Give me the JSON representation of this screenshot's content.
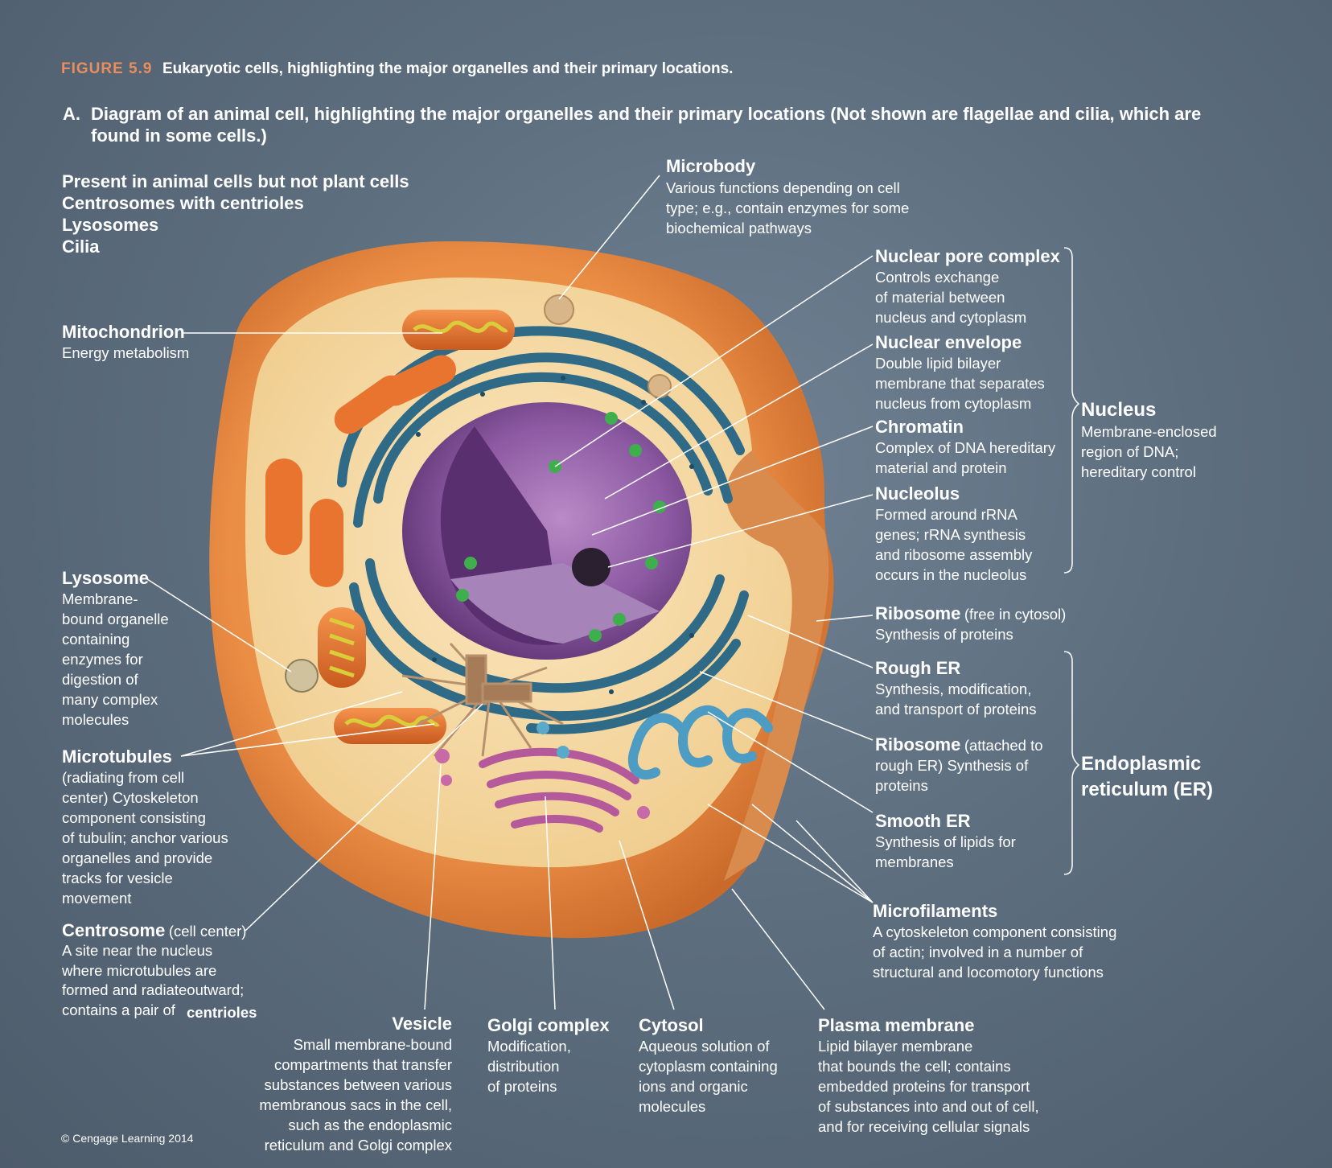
{
  "figure": {
    "number": "FIGURE 5.9",
    "caption": "Eukaryotic cells, highlighting the major organelles and their primary locations."
  },
  "subfigure": {
    "letter": "A.",
    "line1": "Diagram of an animal cell, highlighting the major organelles and their primary locations (Not shown are flagellae and cilia, which are",
    "line2": "found in some cells.)"
  },
  "animal_only": {
    "heading": "Present in animal cells but not plant cells",
    "items": [
      "Centrosomes with centrioles",
      "Lysosomes",
      "Cilia"
    ]
  },
  "labels": {
    "microbody": {
      "title": "Microbody",
      "desc": "Various functions depending on cell\ntype; e.g., contain enzymes for some\nbiochemical pathways"
    },
    "nuclear_pore": {
      "title": "Nuclear pore complex",
      "desc": "Controls exchange\nof material between\nnucleus and cytoplasm"
    },
    "nuclear_envelope": {
      "title": "Nuclear envelope",
      "desc": "Double lipid bilayer\nmembrane that separates\nnucleus from cytoplasm"
    },
    "chromatin": {
      "title": "Chromatin",
      "desc": "Complex of DNA hereditary\nmaterial and protein"
    },
    "nucleolus": {
      "title": "Nucleolus",
      "desc": "Formed around rRNA\ngenes; rRNA synthesis\nand ribosome assembly\noccurs in the nucleolus"
    },
    "nucleus": {
      "title": "Nucleus",
      "desc": "Membrane-enclosed\nregion of DNA;\nhereditary control"
    },
    "ribosome_free": {
      "title": "Ribosome",
      "note": "(free in cytosol)",
      "desc": "Synthesis of proteins"
    },
    "rough_er": {
      "title": "Rough ER",
      "desc": "Synthesis, modification,\nand transport of proteins"
    },
    "ribosome_attached": {
      "title": "Ribosome",
      "note": "(attached to",
      "desc": "rough ER) Synthesis of\nproteins"
    },
    "smooth_er": {
      "title": "Smooth ER",
      "desc": "Synthesis of lipids for\nmembranes"
    },
    "er_group": {
      "title": "Endoplasmic\nreticulum (ER)"
    },
    "microfilaments": {
      "title": "Microfilaments",
      "desc": "A cytoskeleton component consisting\nof actin; involved in a number of\nstructural and locomotory functions"
    },
    "mitochondrion": {
      "title": "Mitochondrion",
      "desc": "Energy metabolism"
    },
    "lysosome": {
      "title": "Lysosome",
      "desc": "Membrane-\nbound organelle\ncontaining\nenzymes for\ndigestion of\nmany complex\nmolecules"
    },
    "microtubules": {
      "title": "Microtubules",
      "desc": "(radiating from cell\ncenter) Cytoskeleton\ncomponent consisting\nof tubulin; anchor various\norganelles and provide\ntracks for vesicle\nmovement"
    },
    "centrosome": {
      "title": "Centrosome",
      "note": "(cell center)",
      "desc": "A site near the nucleus\nwhere microtubules are\nformed and radiateoutward;\ncontains a pair of",
      "desc_bold": "centrioles"
    },
    "vesicle": {
      "title": "Vesicle",
      "desc": "Small membrane-bound\ncompartments that transfer\nsubstances between various\nmembranous sacs in the cell,\nsuch as the endoplasmic\nreticulum and Golgi complex"
    },
    "golgi": {
      "title": "Golgi complex",
      "desc": "Modification,\ndistribution\nof proteins"
    },
    "cytosol": {
      "title": "Cytosol",
      "desc": "Aqueous solution of\ncytoplasm containing\nions and organic\nmolecules"
    },
    "plasma_membrane": {
      "title": "Plasma membrane",
      "desc": "Lipid bilayer membrane\nthat bounds the cell; contains\nembedded proteins for transport\nof substances into and out of cell,\nand for receiving cellular signals"
    }
  },
  "copyright": "© Cengage Learning 2014",
  "colors": {
    "background": "#5d6e7f",
    "cell_outer": "#e9914a",
    "cytoplasm": "#f5d9a0",
    "nucleus": "#7b4a8e",
    "rough_er": "#2f6a86",
    "golgi": "#b45a9a",
    "mitochondria": "#e8742f",
    "figure_label": "#e98e5c"
  }
}
